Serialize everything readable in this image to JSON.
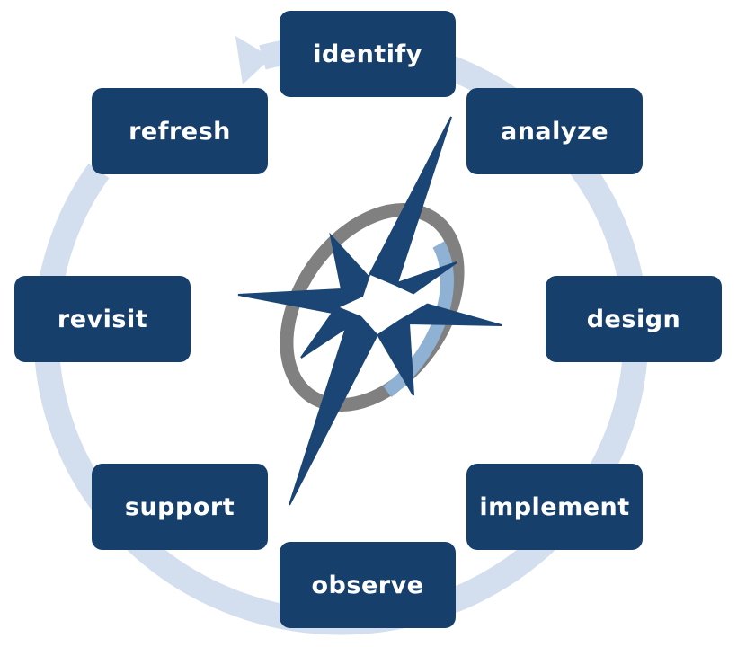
{
  "diagram": {
    "steps": [
      {
        "id": "identify",
        "label": "identify"
      },
      {
        "id": "analyze",
        "label": "analyze"
      },
      {
        "id": "design",
        "label": "design"
      },
      {
        "id": "implement",
        "label": "implement"
      },
      {
        "id": "observe",
        "label": "observe"
      },
      {
        "id": "support",
        "label": "support"
      },
      {
        "id": "revisit",
        "label": "revisit"
      },
      {
        "id": "refresh",
        "label": "refresh"
      }
    ],
    "colors": {
      "box_fill": "#163f6b",
      "box_text": "#ffffff",
      "cycle_ring": "#d3deef",
      "compass_star": "#1b4574",
      "compass_ring_gray": "#808080",
      "compass_ring_blue": "#8fb1d3"
    },
    "icons": [
      "cycle-arrow-icon",
      "compass-star-icon"
    ]
  }
}
